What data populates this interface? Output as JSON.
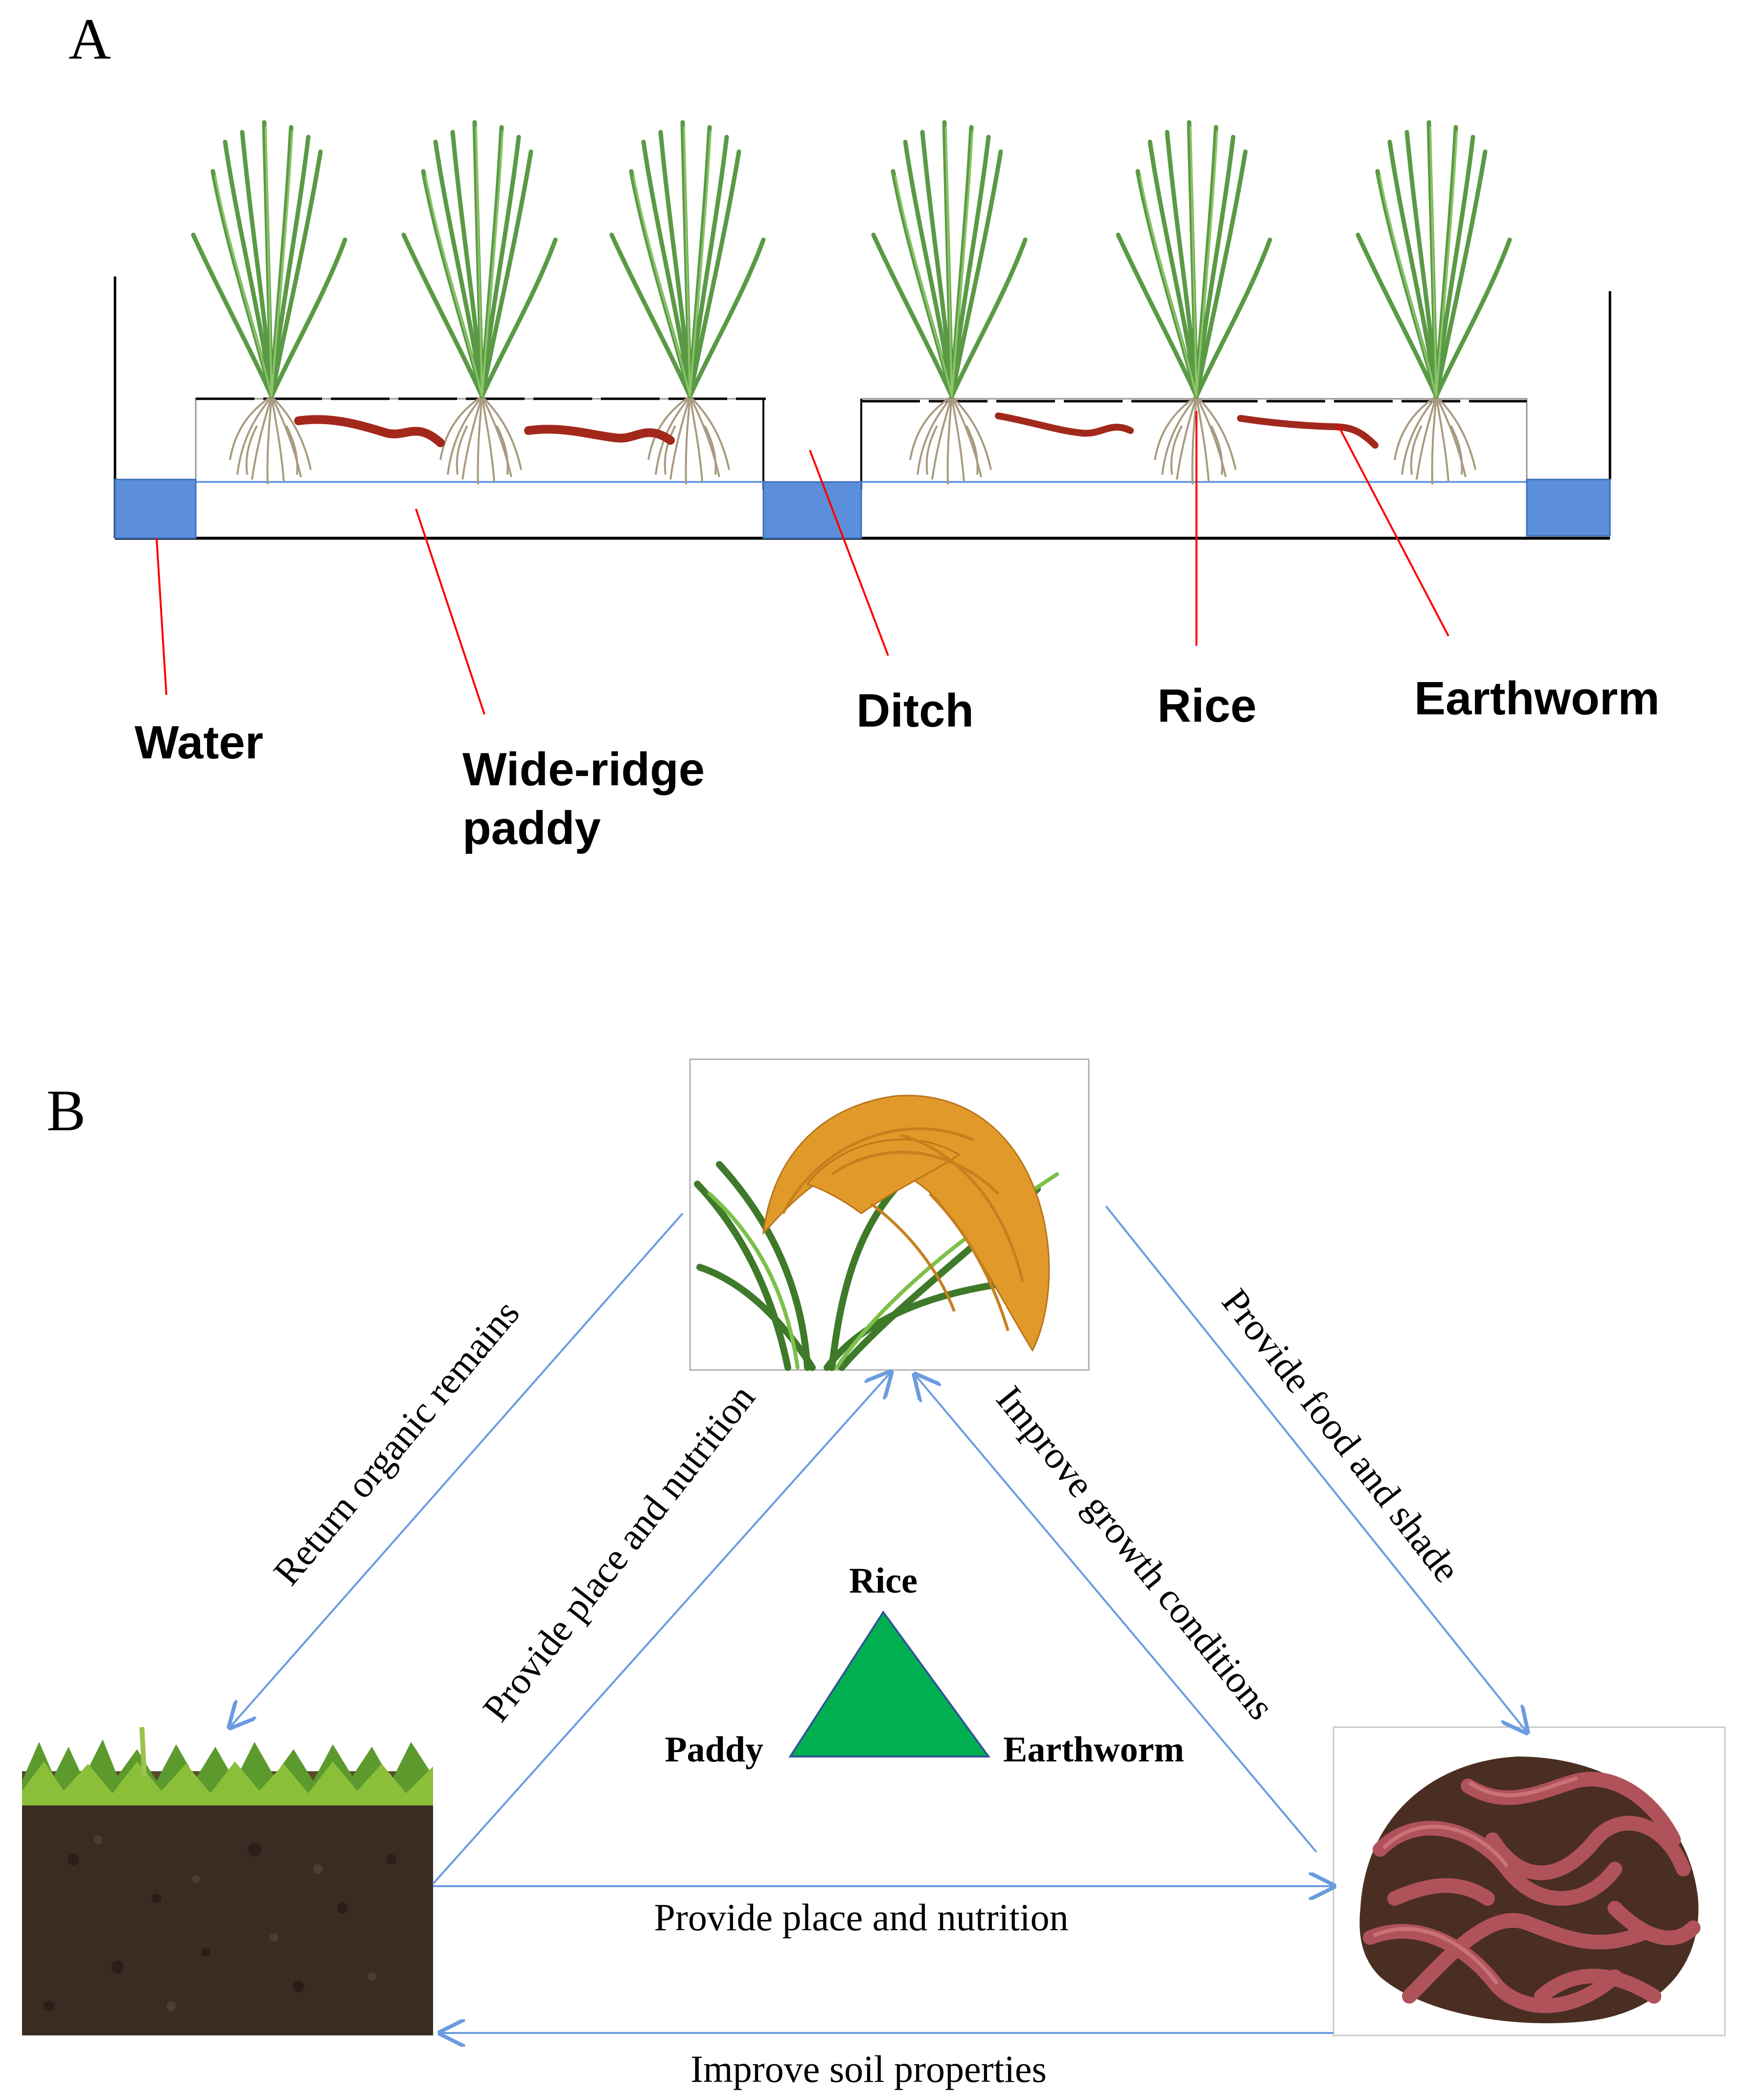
{
  "panel_a": {
    "letter": "A",
    "labels": {
      "water": "Water",
      "wide_ridge_line1": "Wide-ridge",
      "wide_ridge_line2": "paddy",
      "ditch": "Ditch",
      "rice": "Rice",
      "earthworm": "Earthworm"
    }
  },
  "panel_b": {
    "letter": "B",
    "arrows": {
      "return_organic": "Return organic remains",
      "provide_place_diag": "Provide place and nutrition",
      "improve_growth": "Improve growth conditions",
      "provide_food": "Provide food and shade",
      "provide_place_horiz": "Provide place and nutrition",
      "improve_soil": "Improve soil properties"
    },
    "triangle": {
      "top": "Rice",
      "left": "Paddy",
      "right": "Earthworm",
      "fill": "#00b050"
    }
  },
  "colors": {
    "water_block": "#5b8fdb",
    "pointer_line": "#ff0000",
    "arrow": "#6b9be0",
    "worm": "#a3281c"
  }
}
